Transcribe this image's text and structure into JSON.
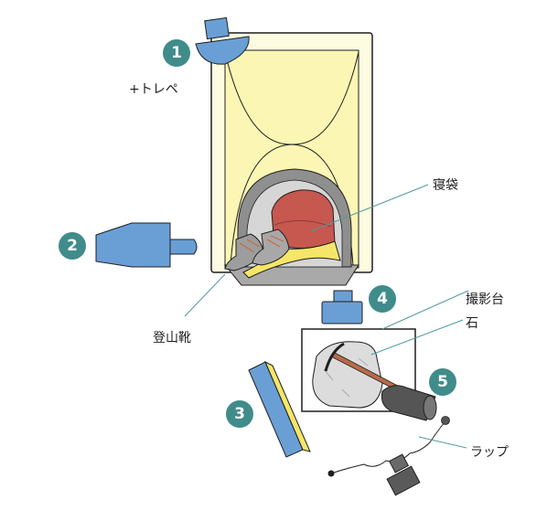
{
  "labels": {
    "tracing_paper": "+トレペ",
    "sleeping_bag": "寝袋",
    "shooting_table": "撮影台",
    "stone": "石",
    "wrap": "ラップ",
    "hiking_boots": "登山靴"
  },
  "badges": [
    "1",
    "2",
    "3",
    "4",
    "5"
  ],
  "colors": {
    "badge": "#3f8c8b",
    "light_blue": "#6a9fd6",
    "softbox_yellow": "#fbf6b4",
    "sleeping_bag_red": "#c6584f",
    "stone_gray": "#dcdcdc",
    "pickaxe_brown": "#b86a48",
    "leader_line": "#4f9aa0"
  }
}
